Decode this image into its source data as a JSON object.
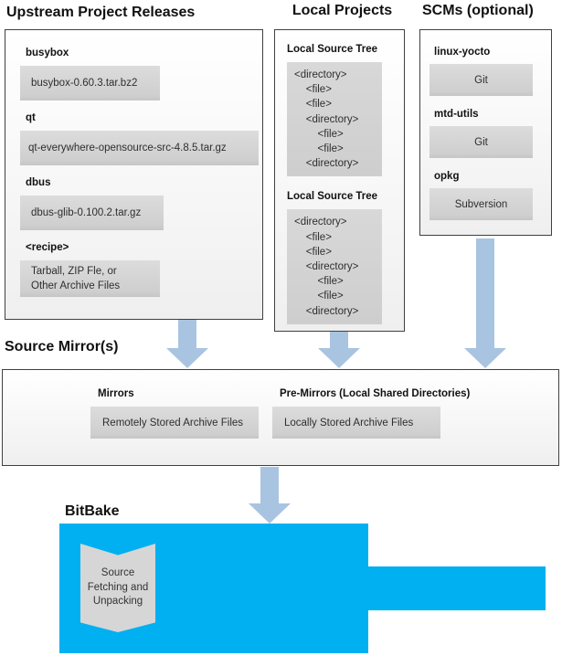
{
  "colors": {
    "bitbake_cyan": "#00b0f0",
    "arrow_blue": "#a9c4e1",
    "panel_border": "#404040",
    "pill_gray": "#d2d2d2"
  },
  "upstream": {
    "title": "Upstream Project Releases",
    "entries": [
      {
        "label": "busybox",
        "lines": [
          "busybox-0.60.3.tar.bz2"
        ]
      },
      {
        "label": "qt",
        "lines": [
          "qt-everywhere-opensource-src-4.8.5.tar.gz"
        ]
      },
      {
        "label": "dbus",
        "lines": [
          "dbus-glib-0.100.2.tar.gz"
        ]
      },
      {
        "label": "<recipe>",
        "lines": [
          "Tarball, ZIP Fle, or",
          "Other Archive Files"
        ]
      }
    ]
  },
  "local_projects": {
    "title": "Local Projects",
    "trees": [
      {
        "label": "Local Source Tree",
        "lines": [
          "<directory>",
          "    <file>",
          "    <file>",
          "    <directory>",
          "        <file>",
          "        <file>",
          "    <directory>"
        ]
      },
      {
        "label": "Local Source Tree",
        "lines": [
          "<directory>",
          "    <file>",
          "    <file>",
          "    <directory>",
          "        <file>",
          "        <file>",
          "    <directory>"
        ]
      }
    ]
  },
  "scms": {
    "title": "SCMs (optional)",
    "entries": [
      {
        "label": "linux-yocto",
        "value": "Git"
      },
      {
        "label": "mtd-utils",
        "value": "Git"
      },
      {
        "label": "opkg",
        "value": "Subversion"
      }
    ]
  },
  "mirrors": {
    "title": "Source Mirror(s)",
    "groups": [
      {
        "label": "Mirrors",
        "value": "Remotely Stored Archive Files"
      },
      {
        "label": "Pre-Mirrors (Local Shared Directories)",
        "value": "Locally Stored Archive Files"
      }
    ]
  },
  "bitbake": {
    "title": "BitBake",
    "process_lines": [
      "Source",
      "Fetching and",
      "Unpacking"
    ]
  }
}
